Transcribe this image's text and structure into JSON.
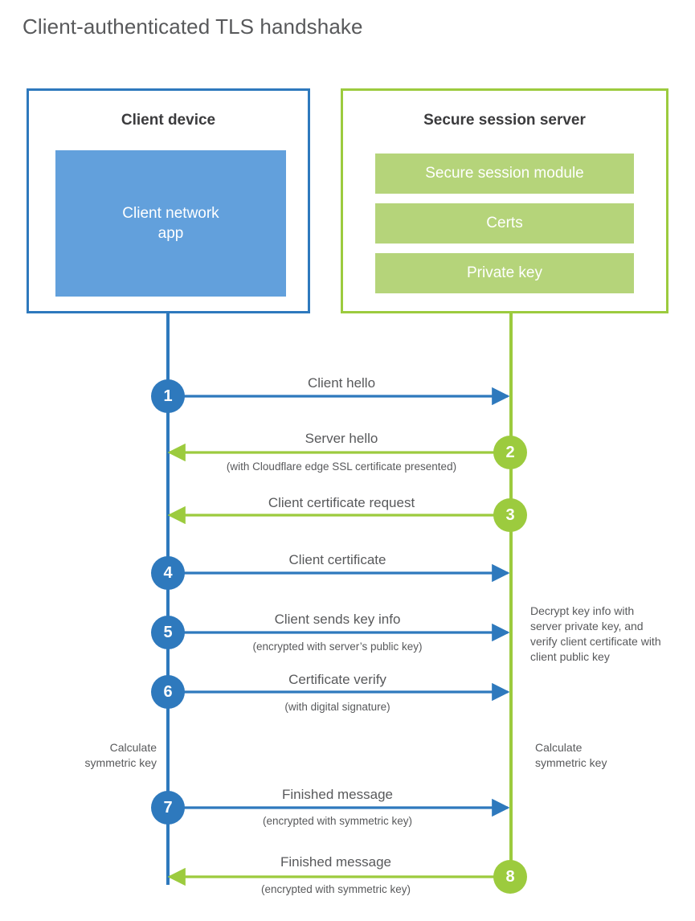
{
  "title": "Client-authenticated TLS handshake",
  "client": {
    "box_title": "Client device",
    "app_label": "Client network app",
    "border_color": "#2e79bd",
    "app_fill": "#62a0dc",
    "calculate_note": "Calculate\nsymmetric key"
  },
  "server": {
    "box_title": "Secure session server",
    "border_color": "#9ccb3e",
    "bar_fill": "#b5d47a",
    "bars": [
      {
        "label": "Secure session module"
      },
      {
        "label": "Certs"
      },
      {
        "label": "Private key"
      }
    ],
    "decrypt_note": "Decrypt key info with server private key, and verify client certificate with client public key",
    "calculate_note": "Calculate\nsymmetric key"
  },
  "colors": {
    "blue": "#2e79bd",
    "green": "#9ccb3e",
    "text": "#58595b"
  },
  "steps": [
    {
      "number": "1",
      "color": "blue",
      "direction": "right",
      "label": "Client hello",
      "sub": ""
    },
    {
      "number": "2",
      "color": "green",
      "direction": "left",
      "label": "Server hello",
      "sub": "(with Cloudflare edge SSL certificate presented)"
    },
    {
      "number": "3",
      "color": "green",
      "direction": "left",
      "label": "Client certificate request",
      "sub": ""
    },
    {
      "number": "4",
      "color": "blue",
      "direction": "right",
      "label": "Client certificate",
      "sub": ""
    },
    {
      "number": "5",
      "color": "blue",
      "direction": "right",
      "label": "Client sends key info",
      "sub": "(encrypted with server’s public key)"
    },
    {
      "number": "6",
      "color": "blue",
      "direction": "right",
      "label": "Certificate verify",
      "sub": "(with digital signature)"
    },
    {
      "number": "7",
      "color": "blue",
      "direction": "right",
      "label": "Finished message",
      "sub": "(encrypted with symmetric key)"
    },
    {
      "number": "8",
      "color": "green",
      "direction": "left",
      "label": "Finished message",
      "sub": "(encrypted with symmetric key)"
    }
  ]
}
